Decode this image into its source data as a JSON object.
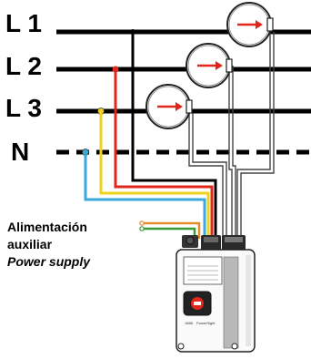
{
  "lines": [
    {
      "label": "L 1",
      "clamp_arrow": "arrow-right"
    },
    {
      "label": "L 2",
      "clamp_arrow": "arrow-right"
    },
    {
      "label": "L 3",
      "clamp_arrow": "arrow-right"
    },
    {
      "label": "N"
    }
  ],
  "auxiliary_label": {
    "line1": "Alimentación",
    "line2": "auxiliar",
    "line3": "Power supply"
  },
  "wire_colors": {
    "L1": "#000000",
    "L2": "#e1261c",
    "L3": "#f2d21a",
    "N": "#3aa8dd",
    "aux_a": "#e8892a",
    "aux_b": "#3a9a3a"
  },
  "clamp_arrow_color": "#e1261c",
  "device": {
    "display_text": "1888",
    "small_label": "PowerSight"
  }
}
